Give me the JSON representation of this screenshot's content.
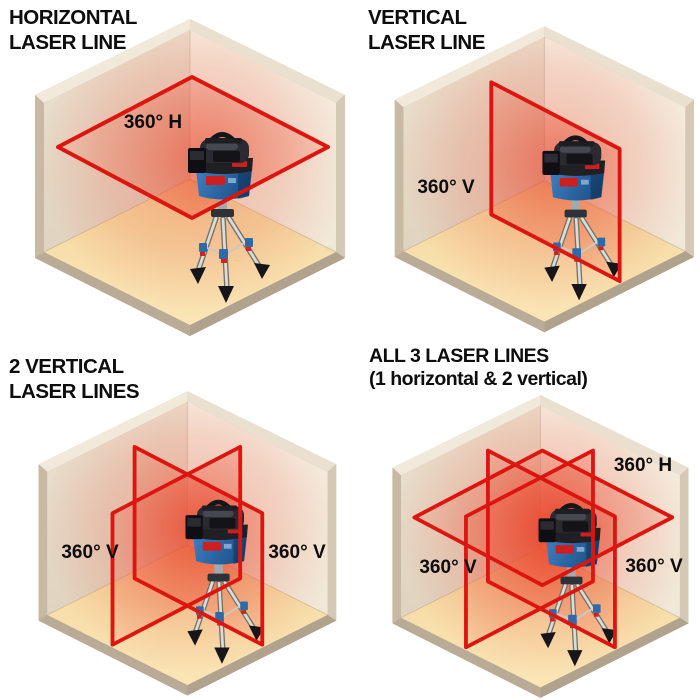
{
  "panels": [
    {
      "id": "horizontal-laser-line",
      "title_lines": [
        "HORIZONTAL",
        "LASER LINE"
      ],
      "labels": [
        "360° H"
      ],
      "planes": [
        "horizontal"
      ]
    },
    {
      "id": "vertical-laser-line",
      "title_lines": [
        "VERTICAL",
        "LASER LINE"
      ],
      "labels": [
        "360° V"
      ],
      "planes": [
        "vertical-right"
      ]
    },
    {
      "id": "two-vertical-laser-lines",
      "title_lines": [
        "2 VERTICAL",
        "LASER LINES"
      ],
      "labels": [
        "360° V",
        "360° V"
      ],
      "planes": [
        "vertical-left",
        "vertical-right"
      ]
    },
    {
      "id": "all-three-laser-lines",
      "title_lines": [
        "ALL 3 LASER LINES",
        "(1 horizontal & 2 vertical)"
      ],
      "labels": [
        "360° H",
        "360° V",
        "360° V"
      ],
      "planes": [
        "horizontal",
        "vertical-left",
        "vertical-right"
      ]
    }
  ],
  "colors": {
    "background": "#ffffff",
    "laser_red": "#dd1510",
    "laser_fill_glow": "#e93a20",
    "bosch_blue": "#2f6aa8",
    "wall_cream": "#f4eddd",
    "wall_left": "#e8ddcc",
    "wall_edge_beige": "#cfc1ad",
    "floor_sand": "#f8e0ab",
    "floor_rim": "#b5a692",
    "title_text": "#0d0d0d"
  },
  "illustrations": {
    "room": "isometric-room-corner",
    "device": "laser-level-on-tripod"
  }
}
